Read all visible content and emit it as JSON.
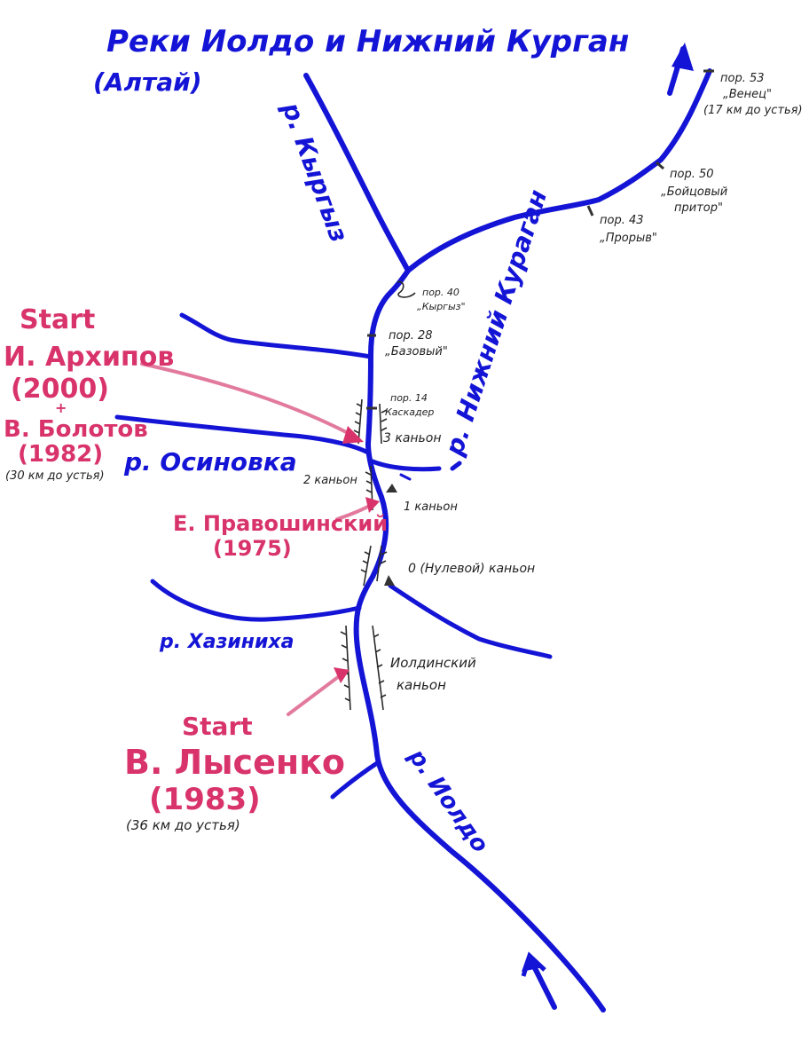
{
  "title": {
    "line1": "Реки Иолдо и Нижний Курган",
    "line2": "(Алтай)"
  },
  "rivers": {
    "kyrgyz": "р. Кыргыз",
    "nizhny_kuragan": "р. Нижний Кураган",
    "osinovka": "р. Осиновка",
    "khazinikha": "р. Хазиниха",
    "ioldo": "р. Иолдо"
  },
  "rapids": {
    "p53": {
      "line1": "пор. 53",
      "line2": "„Венец\"",
      "line3": "(17 км до устья)"
    },
    "p50": {
      "line1": "пор. 50",
      "line2": "„Бойцовый",
      "line3": "притор\""
    },
    "p43": {
      "line1": "пор. 43",
      "line2": "„Прорыв\""
    },
    "p40": {
      "line1": "пор. 40",
      "line2": "„Кыргыз\""
    },
    "p28": {
      "line1": "пор. 28",
      "line2": "„Базовый\""
    },
    "p14": {
      "line1": "пор. 14",
      "line2": "Каскадер"
    }
  },
  "canyons": {
    "c3": "3 каньон",
    "c2": "2 каньон",
    "c1": "1 каньон",
    "c0": "0 (Нулевой) каньон",
    "ioldinsky": {
      "line1": "Иолдинский",
      "line2": "каньон"
    }
  },
  "starts": {
    "arkhipov": {
      "start": "Start",
      "name1": "И. Архипов",
      "year1": "(2000)",
      "plus": "+",
      "name2": "В. Болотов",
      "year2": "(1982)",
      "note": "(30 км до устья)"
    },
    "pravoshinsky": {
      "name": "Е. Правошинский",
      "year": "(1975)"
    },
    "lysenko": {
      "start": "Start",
      "name": "В. Лысенко",
      "year": "(1983)",
      "note": "(36 км до устья)"
    }
  },
  "colors": {
    "river": "#1414d6",
    "start_labels": "#d8336a",
    "annotations": "#222222"
  }
}
